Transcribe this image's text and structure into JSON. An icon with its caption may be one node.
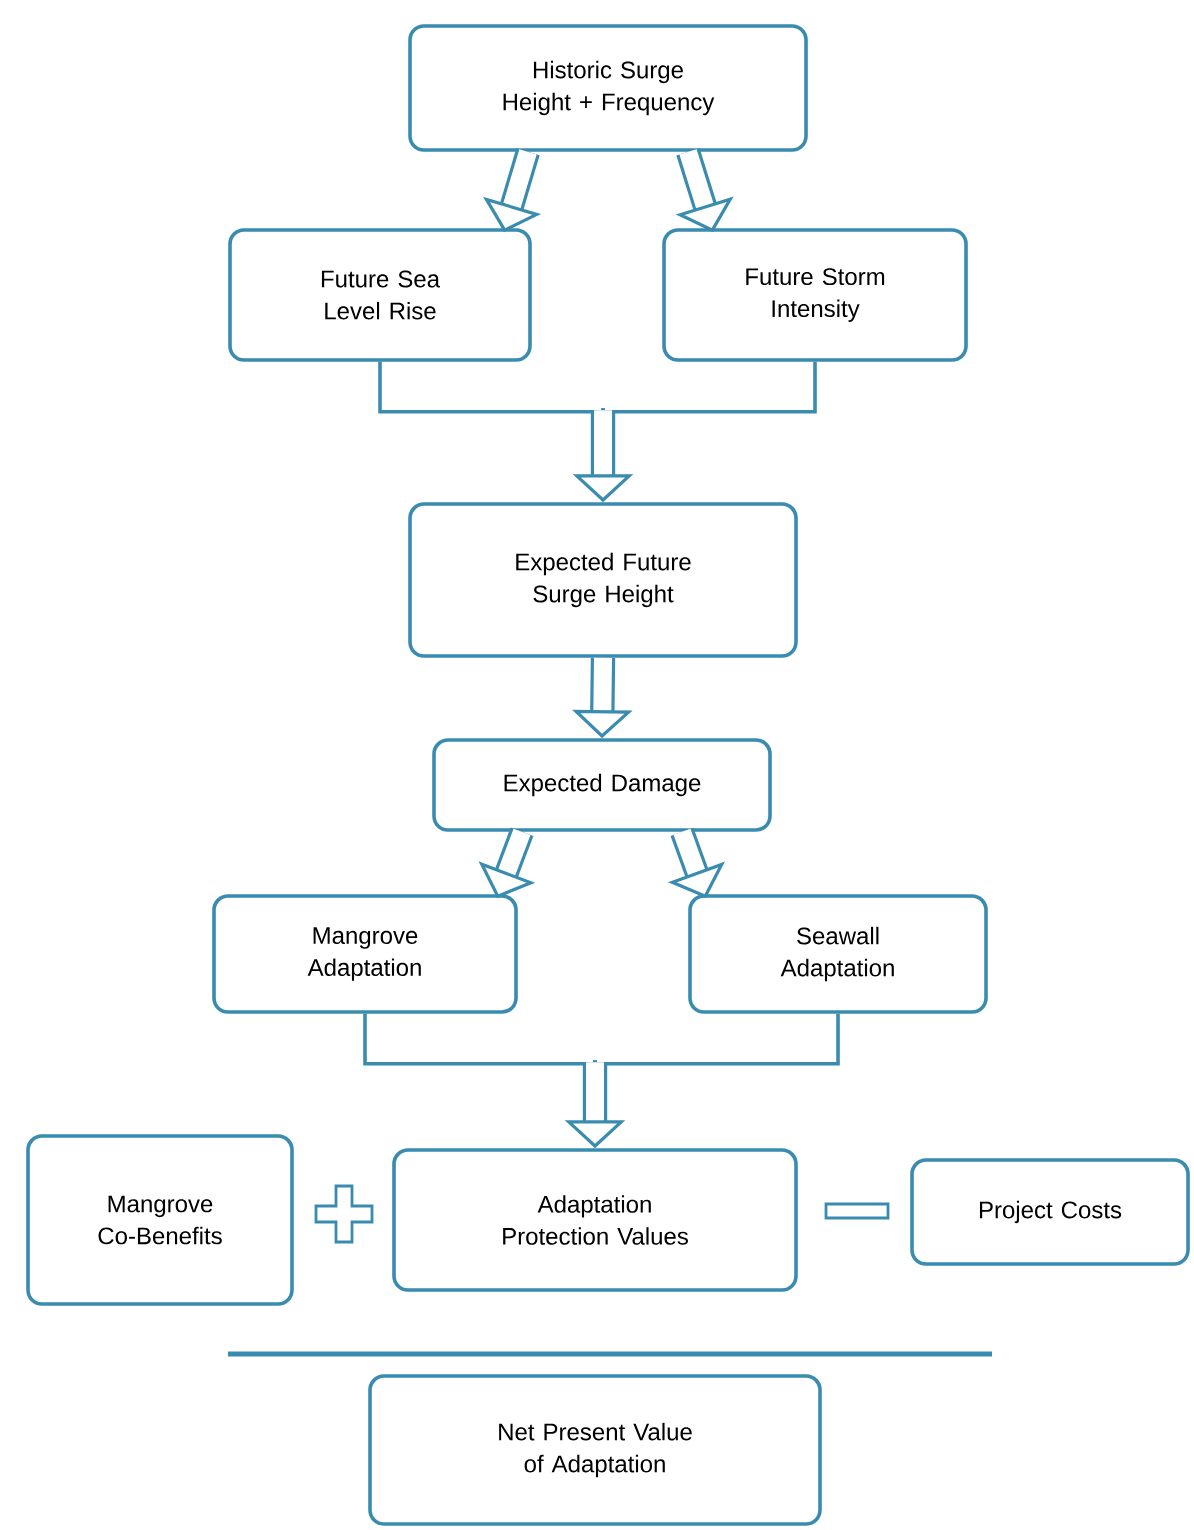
{
  "diagram": {
    "nodes": [
      {
        "text": [
          "Historic Surge Height + Frequency"
        ]
      },
      {
        "text": [
          "Future Sea Level Rise"
        ]
      },
      {
        "text": [
          "Future Storm Intensity"
        ]
      },
      {
        "text": [
          "Expected Future Surge Height"
        ]
      },
      {
        "text": [
          "Expected Damage"
        ]
      },
      {
        "text": [
          "Mangrove Adaptation"
        ]
      },
      {
        "text": [
          "Seawall Adaptation"
        ]
      },
      {
        "text": [
          "Mangrove Co-Benefits"
        ]
      },
      {
        "text": [
          "Adaptation Protection Values"
        ]
      },
      {
        "text": [
          "Project Costs"
        ]
      },
      {
        "text": [
          "Net Present Value of Adaptation"
        ]
      }
    ],
    "edges": [
      {
        "from": 0,
        "to": 1,
        "arrow": "to"
      },
      {
        "from": 0,
        "to": 2,
        "arrow": "to"
      },
      {
        "from": 1,
        "to": 3,
        "arrow": "to"
      },
      {
        "from": 2,
        "to": 3,
        "arrow": "to"
      },
      {
        "from": 3,
        "to": 4,
        "arrow": "to"
      },
      {
        "from": 4,
        "to": 5,
        "arrow": "to"
      },
      {
        "from": 4,
        "to": 6,
        "arrow": "to"
      },
      {
        "from": 5,
        "to": 8,
        "arrow": "to"
      },
      {
        "from": 6,
        "to": 8,
        "arrow": "to"
      }
    ]
  }
}
